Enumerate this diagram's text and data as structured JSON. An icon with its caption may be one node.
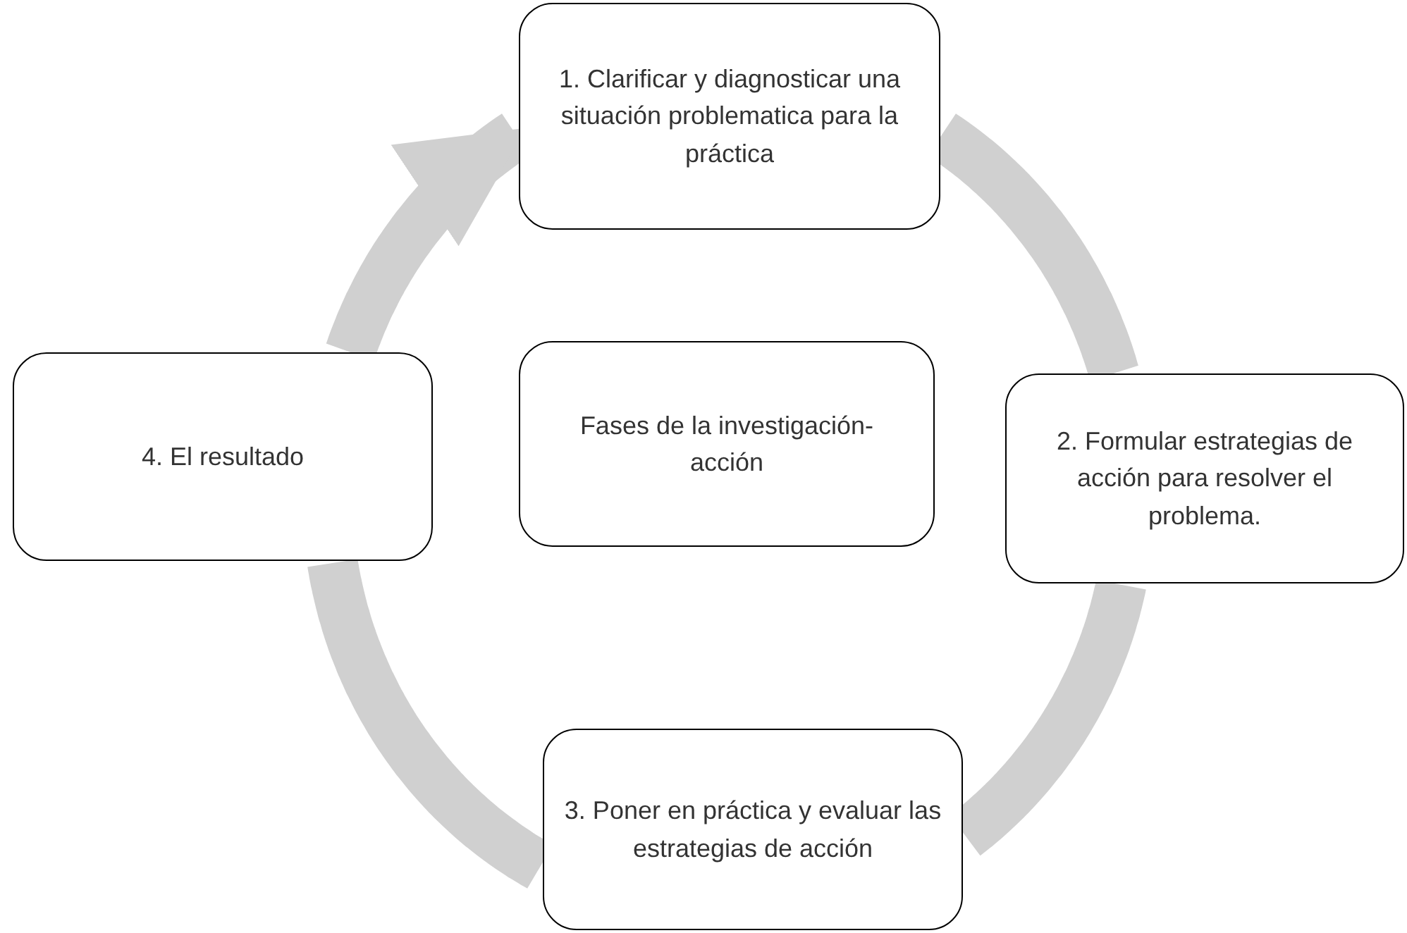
{
  "diagram": {
    "nodes": [
      {
        "text": [
          "1. Clarificar y diagnosticar una situación problematica para la práctica"
        ]
      },
      {
        "text": [
          "2. Formular estrategias de acción para resolver el problema."
        ]
      },
      {
        "text": [
          "3. Poner en práctica y evaluar las estrategias de acción"
        ]
      },
      {
        "text": [
          "4. El resultado"
        ]
      },
      {
        "text": [
          "Fases de la investigación- acción"
        ]
      }
    ],
    "edges": [
      {
        "from": 0,
        "to": 1,
        "arrow": "none"
      },
      {
        "from": 1,
        "to": 2,
        "arrow": "none"
      },
      {
        "from": 2,
        "to": 3,
        "arrow": "none"
      },
      {
        "from": 3,
        "to": 0,
        "arrow": "to"
      }
    ]
  }
}
